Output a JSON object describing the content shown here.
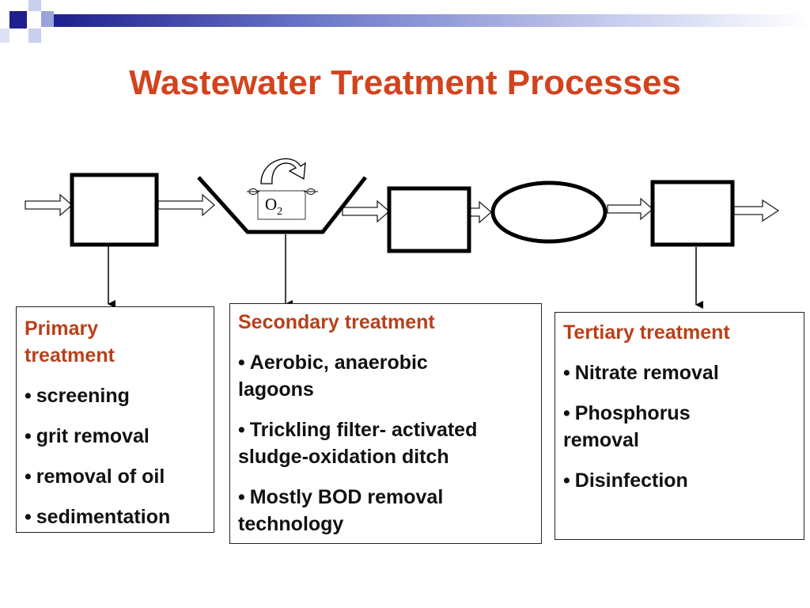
{
  "slide": {
    "title": "Wastewater Treatment Processes"
  },
  "colors": {
    "title": "#D2431E",
    "box_heading": "#B8401A",
    "band_dark": "#1F1F8F",
    "band_mid": "#6E78C8",
    "band_light": "#C9CFEE",
    "outline": "#000000"
  },
  "diagram": {
    "oxygen_label": "O",
    "oxygen_subscript": "2"
  },
  "boxes": {
    "primary": {
      "title_line1": "Primary",
      "title_line2": "treatment",
      "items": [
        "screening",
        "grit removal",
        "removal of oil",
        "sedimentation"
      ]
    },
    "secondary": {
      "title": "Secondary treatment",
      "items": [
        {
          "line1": "Aerobic, anaerobic",
          "line2": "lagoons"
        },
        {
          "line1": "Trickling filter- activated",
          "line2": "sludge-oxidation ditch"
        },
        {
          "line1": "Mostly BOD removal",
          "line2": "technology"
        }
      ]
    },
    "tertiary": {
      "title": "Tertiary treatment",
      "items": [
        {
          "line1": "Nitrate removal",
          "line2": ""
        },
        {
          "line1": "Phosphorus",
          "line2": "removal"
        },
        {
          "line1": "Disinfection",
          "line2": ""
        }
      ],
      "bullet": "•"
    }
  }
}
